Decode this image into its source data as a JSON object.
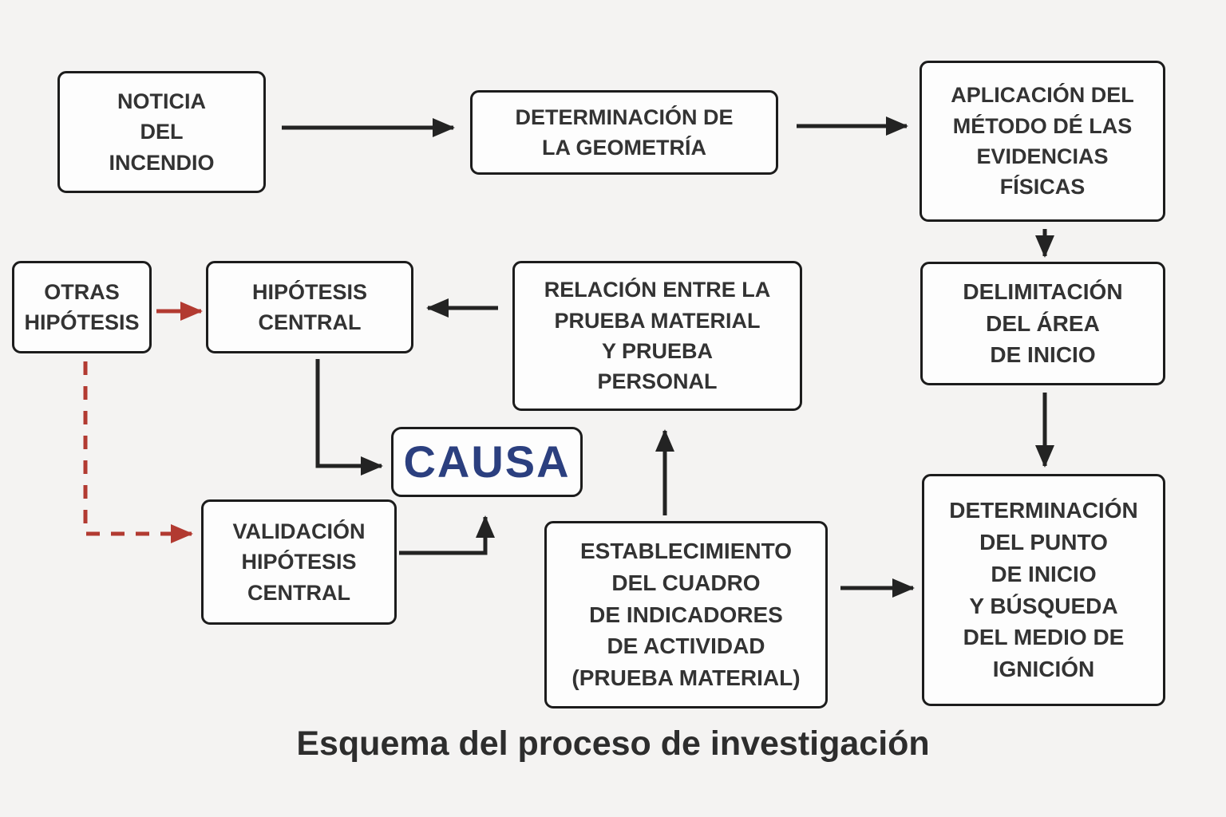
{
  "title": "Esquema del proceso de investigación",
  "colors": {
    "background": "#f4f3f2",
    "box_fill": "#fdfdfd",
    "box_border": "#1c1c1c",
    "text": "#333333",
    "arrow_black": "#232323",
    "accent_red": "#b23a31",
    "causa_blue": "#2b3f7f"
  },
  "nodes": {
    "noticia": {
      "label": "NOTICIA\nDEL\nINCENDIO"
    },
    "geometria": {
      "label": "DETERMINACIÓN DE\nLA GEOMETRÍA"
    },
    "aplicacion": {
      "label": "APLICACIÓN DEL\nMÉTODO DÉ LAS\nEVIDENCIAS\nFÍSICAS"
    },
    "delimitacion": {
      "label": "DELIMITACIÓN\nDEL ÁREA\nDE INICIO"
    },
    "punto": {
      "label": "DETERMINACIÓN\nDEL PUNTO\nDE INICIO\nY BÚSQUEDA\nDEL MEDIO DE\nIGNICIÓN"
    },
    "relacion": {
      "label": "RELACIÓN ENTRE LA\nPRUEBA MATERIAL\nY PRUEBA\nPERSONAL"
    },
    "otras": {
      "label": "OTRAS\nHIPÓTESIS"
    },
    "hipotesis_central": {
      "label": "HIPÓTESIS\nCENTRAL"
    },
    "causa": {
      "label": "CAUSA"
    },
    "validacion": {
      "label": "VALIDACIÓN\nHIPÓTESIS\nCENTRAL"
    },
    "establecimiento": {
      "label": "ESTABLECIMIENTO\nDEL CUADRO\nDE INDICADORES\nDE ACTIVIDAD\n(PRUEBA MATERIAL)"
    }
  },
  "edges": [
    {
      "from": "noticia",
      "to": "geometria",
      "style": "solid",
      "color": "black"
    },
    {
      "from": "geometria",
      "to": "aplicacion",
      "style": "solid",
      "color": "black"
    },
    {
      "from": "aplicacion",
      "to": "delimitacion",
      "style": "solid",
      "color": "black"
    },
    {
      "from": "delimitacion",
      "to": "punto",
      "style": "solid",
      "color": "black"
    },
    {
      "from": "establecimiento",
      "to": "punto",
      "style": "solid",
      "color": "black"
    },
    {
      "from": "establecimiento",
      "to": "relacion",
      "style": "solid",
      "color": "black"
    },
    {
      "from": "relacion",
      "to": "hipotesis_central",
      "style": "solid",
      "color": "black"
    },
    {
      "from": "otras",
      "to": "hipotesis_central",
      "style": "solid",
      "color": "red"
    },
    {
      "from": "otras",
      "to": "validacion",
      "style": "dashed",
      "color": "red"
    },
    {
      "from": "hipotesis_central",
      "to": "causa",
      "style": "solid",
      "color": "black"
    },
    {
      "from": "validacion",
      "to": "causa",
      "style": "solid",
      "color": "black"
    }
  ]
}
